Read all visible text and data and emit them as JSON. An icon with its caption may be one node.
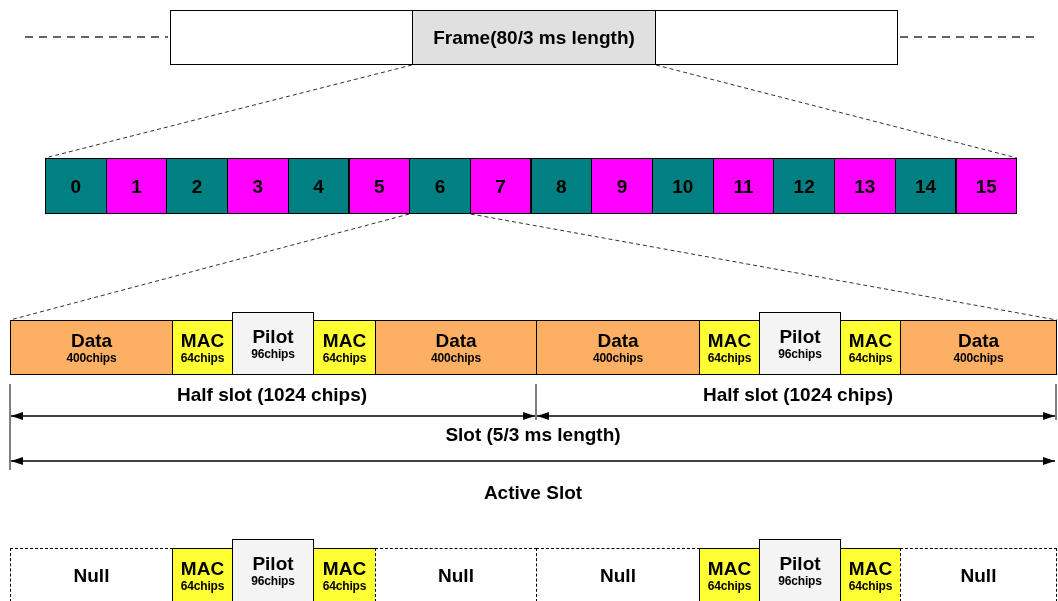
{
  "diagram": {
    "nodes": [
      {
        "text": [],
        "shape": "box"
      },
      {
        "text": [
          "Frame(80/3 ms length)"
        ]
      },
      {
        "text": [],
        "shape": "box"
      },
      {
        "text": [
          "0"
        ]
      },
      {
        "text": [
          "1"
        ]
      },
      {
        "text": [
          "2"
        ]
      },
      {
        "text": [
          "3"
        ]
      },
      {
        "text": [
          "4"
        ]
      },
      {
        "text": [
          "5"
        ]
      },
      {
        "text": [
          "6"
        ]
      },
      {
        "text": [
          "7"
        ]
      },
      {
        "text": [
          "8"
        ]
      },
      {
        "text": [
          "9"
        ]
      },
      {
        "text": [
          "10"
        ]
      },
      {
        "text": [
          "11"
        ]
      },
      {
        "text": [
          "12"
        ]
      },
      {
        "text": [
          "13"
        ]
      },
      {
        "text": [
          "14"
        ]
      },
      {
        "text": [
          "15"
        ]
      },
      {
        "text": [
          "Data",
          "400chips"
        ]
      },
      {
        "text": [
          "MAC",
          "64chips"
        ]
      },
      {
        "text": [
          "Pilot",
          "96chips"
        ]
      },
      {
        "text": [
          "MAC",
          "64chips"
        ]
      },
      {
        "text": [
          "Data",
          "400chips"
        ]
      },
      {
        "text": [
          "Data",
          "400chips"
        ]
      },
      {
        "text": [
          "MAC",
          "64chips"
        ]
      },
      {
        "text": [
          "Pilot",
          "96chips"
        ]
      },
      {
        "text": [
          "MAC",
          "64chips"
        ]
      },
      {
        "text": [
          "Data",
          "400chips"
        ]
      },
      {
        "text": [
          "Null"
        ]
      },
      {
        "text": [
          "MAC",
          "64chips"
        ]
      },
      {
        "text": [
          "Pilot",
          "96chips"
        ]
      },
      {
        "text": [
          "MAC",
          "64chips"
        ]
      },
      {
        "text": [
          "Null"
        ]
      },
      {
        "text": [
          "Null"
        ]
      },
      {
        "text": [
          "MAC",
          "64chips"
        ]
      },
      {
        "text": [
          "Pilot",
          "96chips"
        ]
      },
      {
        "text": [
          "MAC",
          "64chips"
        ]
      },
      {
        "text": [
          "Null"
        ]
      }
    ],
    "edges": [
      {
        "from": 1,
        "to": 3,
        "arrow": "none",
        "style": "dashed"
      },
      {
        "from": 1,
        "to": 18,
        "arrow": "none",
        "style": "dashed"
      },
      {
        "from": 9,
        "to": 19,
        "arrow": "none",
        "style": "dashed"
      },
      {
        "from": 9,
        "to": 28,
        "arrow": "none",
        "style": "dashed"
      }
    ],
    "labels": [
      "Half slot (1024 chips)",
      "Half slot (1024 chips)",
      "Slot (5/3 ms length)",
      "Active Slot"
    ]
  }
}
